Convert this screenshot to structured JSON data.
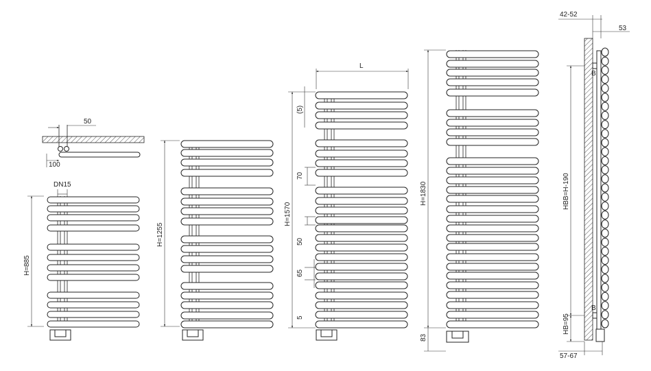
{
  "labels": {
    "pipe_offset": "50",
    "pipe_spacing": "100",
    "connector": "DN15",
    "height_small": "H=885",
    "height_medium": "H=1255",
    "width": "L",
    "height_large": "H=1570",
    "gap_top": "(5)",
    "gap_70": "70",
    "gap_50": "50",
    "gap_65": "65",
    "gap_5": "5",
    "height_xl": "H=1830",
    "bottom_offset": "83",
    "wall_range": "42-52",
    "depth": "53",
    "hbb": "HBB=H-190",
    "hb": "HB=95",
    "bottom_range": "57-67",
    "bracket_top": "B",
    "bracket_bottom": "B"
  }
}
